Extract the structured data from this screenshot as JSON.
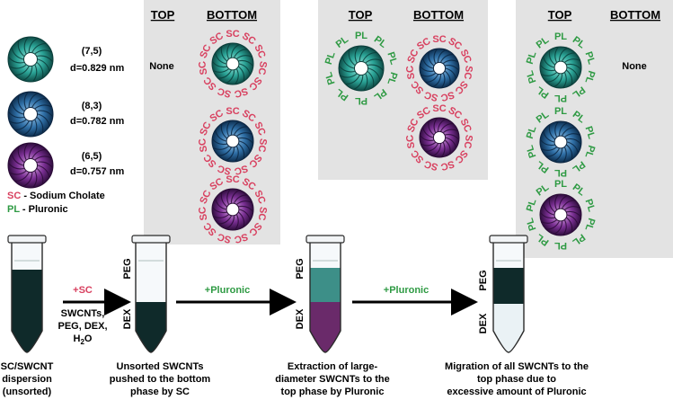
{
  "colors": {
    "panel": "#e3e3e3",
    "sc": "#d8405f",
    "pl": "#2e9a43",
    "tube_stroke": "#2a2a2a",
    "tube_dark": "#0f2a2a",
    "tube_teal": "#3d8f88",
    "tube_purple": "#6a2a6a",
    "tube_light": "#eaf2f5",
    "arrow_label_red": "#d8405f",
    "arrow_label_green": "#2e9a43"
  },
  "legend": {
    "items": [
      {
        "chirality": "(7,5)",
        "diameter": "d=0.829 nm",
        "color": "teal"
      },
      {
        "chirality": "(8,3)",
        "diameter": "d=0.782 nm",
        "color": "blue"
      },
      {
        "chirality": "(6,5)",
        "diameter": "d=0.757 nm",
        "color": "purple"
      }
    ],
    "sc_abbr": "SC",
    "sc_text": " - Sodium Cholate",
    "pl_abbr": "PL",
    "pl_text": " - Pluronic"
  },
  "labels": {
    "sc": "SC",
    "pl": "PL",
    "peg": "PEG",
    "dex": "DEX"
  },
  "panels": [
    {
      "top": "TOP",
      "bottom": "BOTTOM",
      "none": "None"
    },
    {
      "top": "TOP",
      "bottom": "BOTTOM"
    },
    {
      "top": "TOP",
      "bottom": "BOTTOM",
      "none": "None"
    }
  ],
  "steps": {
    "arrow1": {
      "label": "+SC",
      "sub1": "SWCNTs,",
      "sub2": "PEG, DEX,",
      "sub3": "H",
      "sub3_sub": "2",
      "sub3_tail": "O"
    },
    "arrow2": {
      "label": "+Pluronic"
    },
    "arrow3": {
      "label": "+Pluronic"
    }
  },
  "captions": [
    [
      "SC/SWCNT",
      "dispersion",
      "(unsorted)"
    ],
    [
      "Unsorted SWCNTs",
      "pushed to the bottom",
      "phase by SC"
    ],
    [
      "Extraction of large-",
      "diameter SWCNTs to the",
      "top phase by Pluronic"
    ],
    [
      "Migration of all SWCNTs to the",
      "top phase due to",
      "excessive amount of Pluronic"
    ]
  ]
}
